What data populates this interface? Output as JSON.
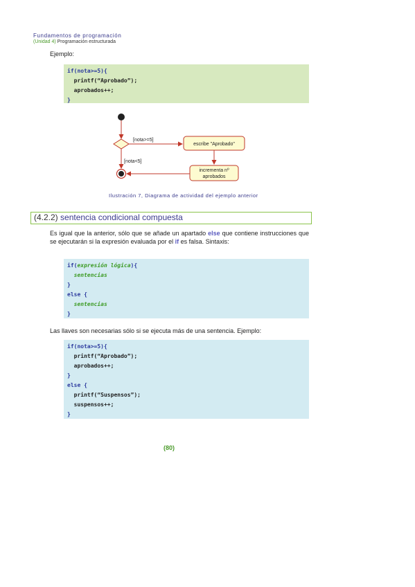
{
  "header": {
    "course": "Fundamentos de programación",
    "unit": "(Unidad 4)",
    "unit_title": "Programación estructurada"
  },
  "intro_label": "Ejemplo:",
  "code1": {
    "l1": "if(nota>=5){",
    "l2": "printf(“Aprobado”);",
    "l3": "aprobados++;",
    "l4": "}"
  },
  "diagram": {
    "guard_yes": "[nota>=5]",
    "guard_no": "[nota<5]",
    "action1": "escribe \"Aprobado\"",
    "action2_line1": "incrementa nº",
    "action2_line2": "aprobados"
  },
  "caption": "Ilustración 7, Diagrama de actividad del ejemplo anterior",
  "section": {
    "number": "(4.2.2)",
    "title": "sentencia condicional compuesta"
  },
  "paragraph": {
    "p1": "Es igual que la anterior, sólo que se añade un apartado",
    "kw_else": "else",
    "p2": "que contiene instrucciones que se ejecutarán si la expresión evaluada por el",
    "kw_if": "if",
    "p3": "es falsa. Sintaxis:"
  },
  "code2": {
    "l1_kw": "if(",
    "l1_cond": "expresión lógica",
    "l1_end": "){",
    "l2": "sentencias",
    "l3": "}",
    "l4": "else {",
    "l5": "sentencias",
    "l6": "}"
  },
  "paragraph2": "Las llaves son necesarias sólo si se ejecuta más de una sentencia. Ejemplo:",
  "code3": {
    "l1": "if(nota>=5){",
    "l2": "printf(“Aprobado”);",
    "l3": "aprobados++;",
    "l4": "}",
    "l5": "else {",
    "l6": "printf(“Suspensos”);",
    "l7": "suspensos++;",
    "l8": "}"
  },
  "page_number": "(80)",
  "colors": {
    "title_blue": "#3a3a8c",
    "accent_green": "#4a9a2a",
    "code_green_bg": "#d7e9bf",
    "code_blue_bg": "#d3ebf2",
    "diagram_red": "#c0392b",
    "node_fill": "#fdfbd0"
  }
}
